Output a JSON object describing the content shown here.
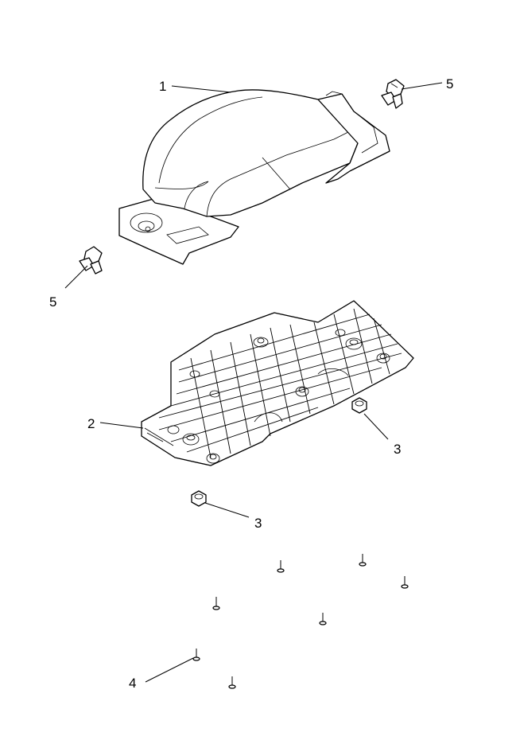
{
  "callouts": [
    {
      "id": "c1",
      "label": "1",
      "part": "cover"
    },
    {
      "id": "c5a",
      "label": "5",
      "part": "fastener"
    },
    {
      "id": "c5b",
      "label": "5",
      "part": "fastener"
    },
    {
      "id": "c2",
      "label": "2",
      "part": "tray"
    },
    {
      "id": "c3a",
      "label": "3",
      "part": "nut"
    },
    {
      "id": "c3b",
      "label": "3",
      "part": "nut"
    },
    {
      "id": "c4",
      "label": "4",
      "part": "screw"
    }
  ]
}
